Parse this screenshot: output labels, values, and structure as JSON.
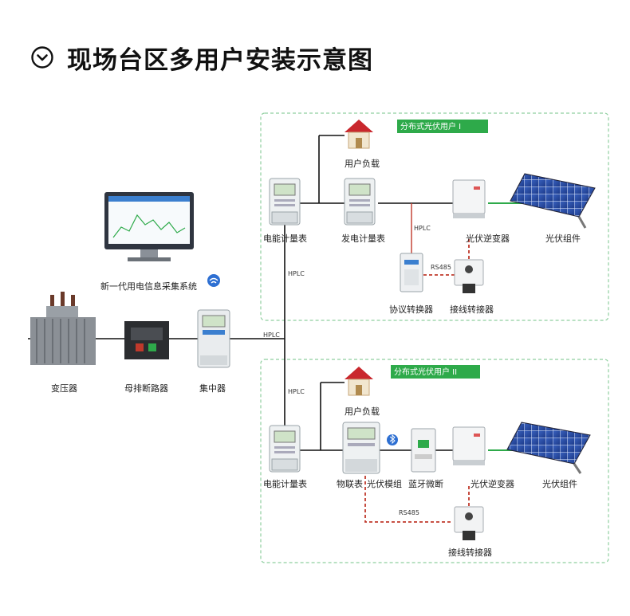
{
  "title": "现场台区多用户安装示意图",
  "accent": "#2eaa4a",
  "groups": {
    "user1": "分布式光伏用户 I",
    "user2": "分布式光伏用户 II"
  },
  "system": {
    "label": "新一代用电信息采集系统"
  },
  "devices": {
    "transformer": "变压器",
    "breaker": "母排断路器",
    "concentrator": "集中器",
    "meter1": "电能计量表",
    "gen_meter": "发电计量表",
    "load1": "用户负载",
    "inverter1": "光伏逆变器",
    "panel1": "光伏组件",
    "protocol_conv": "协议转换器",
    "connector1": "接线转接器",
    "meter2": "电能计量表",
    "iot_meter": "物联表",
    "pv_module": "光伏模组",
    "load2": "用户负载",
    "bt_breaker": "蓝牙微断",
    "inverter2": "光伏逆变器",
    "panel2": "光伏组件",
    "connector2": "接线转接器"
  },
  "links": {
    "hplc_main": "HPLC",
    "hplc_up": "HPLC",
    "hplc_down": "HPLC",
    "hplc_red": "HPLC",
    "rs485_1": "RS485",
    "rs485_2": "RS485"
  }
}
